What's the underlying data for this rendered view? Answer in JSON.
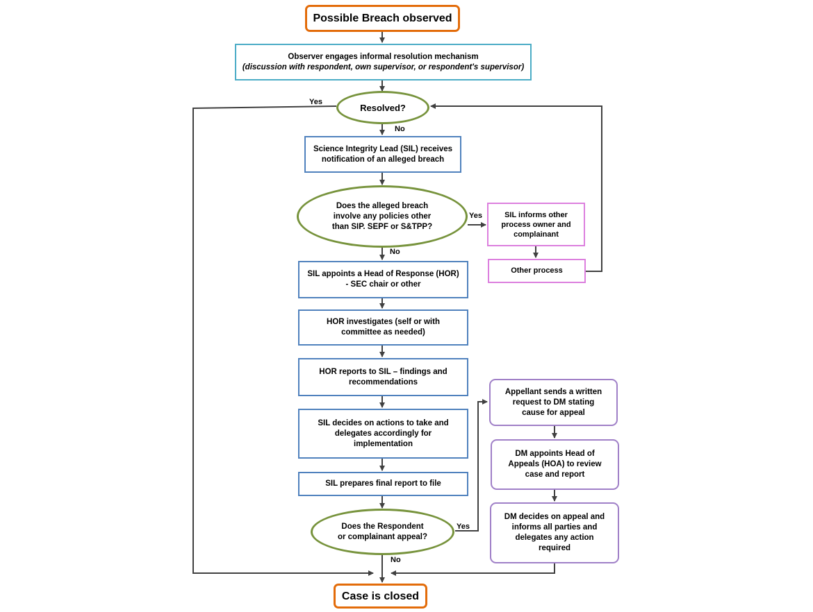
{
  "nodes": {
    "start": "Possible Breach observed",
    "informal_line1": "Observer engages informal resolution mechanism",
    "informal_line2": "(discussion with respondent, own supervisor, or respondent's supervisor)",
    "resolved": "Resolved?",
    "sil_notified_line1": "Science Integrity Lead (SIL) receives",
    "sil_notified_line2": "notification of an alleged breach",
    "policies_line1": "Does the alleged breach",
    "policies_line2": "involve any policies other",
    "policies_line3": "than SIP. SEPF or S&TPP?",
    "other_owner_line1": "SIL informs other",
    "other_owner_line2": "process owner and",
    "other_owner_line3": "complainant",
    "other_process": "Other process",
    "appoint_hor_line1": "SIL appoints a Head of Response (HOR)",
    "appoint_hor_line2": "- SEC chair or other",
    "investigates_line1": "HOR investigates (self or with",
    "investigates_line2": "committee as needed)",
    "reports_line1": "HOR reports to SIL – findings and",
    "reports_line2": "recommendations",
    "decides_line1": "SIL decides on actions to take and",
    "decides_line2": "delegates accordingly  for",
    "decides_line3": "implementation",
    "final_report": "SIL prepares final report to file",
    "appeal_q_line1": "Does the Respondent",
    "appeal_q_line2": "or complainant appeal?",
    "appellant_line1": "Appellant sends a written",
    "appellant_line2": "request to DM stating",
    "appellant_line3": "cause for appeal",
    "hoa_line1": "DM appoints Head of",
    "hoa_line2": "Appeals (HOA) to review",
    "hoa_line3": "case and report",
    "dm_decides_line1": "DM decides on appeal and",
    "dm_decides_line2": "informs all parties and",
    "dm_decides_line3": "delegates any action",
    "dm_decides_line4": "required",
    "end": "Case is closed"
  },
  "labels": {
    "resolved_yes": "Yes",
    "resolved_no": "No",
    "policies_yes": "Yes",
    "policies_no": "No",
    "appeal_yes": "Yes",
    "appeal_no": "No"
  },
  "colors": {
    "arrow": "#404040",
    "orange": "#e36c0a",
    "cyan": "#4bacc6",
    "blue": "#4f81bd",
    "green": "#77933c",
    "pink": "#dc7fde",
    "purple": "#9f7fc7"
  }
}
